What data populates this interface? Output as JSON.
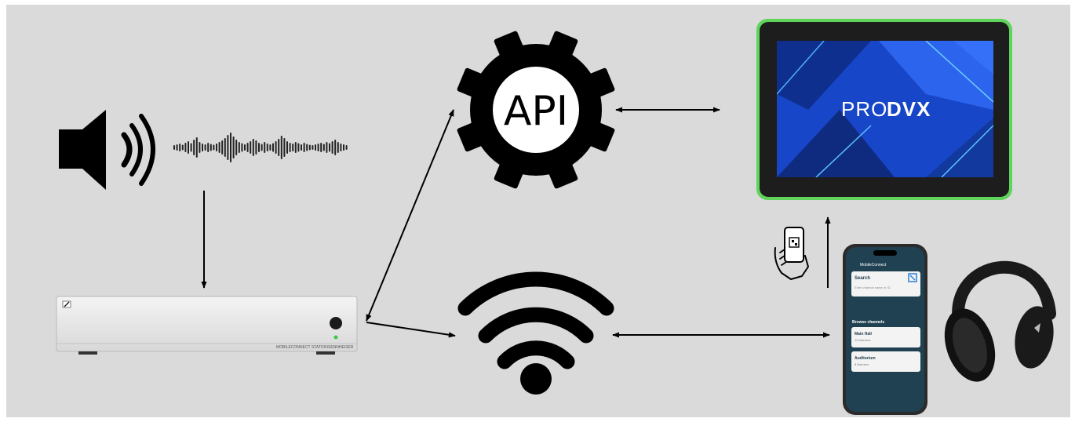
{
  "background_color": "#dadada",
  "api_node": {
    "label": "API",
    "icon": "gear-icon"
  },
  "display": {
    "brand_prefix": "PRO",
    "brand_suffix": "DVX",
    "frame_color": "#5fd35a",
    "screen_color": "#1846c8"
  },
  "audio_source": {
    "icon": "speaker-icon",
    "wave_icon": "waveform-icon"
  },
  "receiver": {
    "model_text": "MOBILECONNECT STATION",
    "brand_text": "SENNHEISER"
  },
  "wifi": {
    "icon": "wifi-icon"
  },
  "qr_scan": {
    "icon": "hand-phone-qr-icon"
  },
  "phone_app": {
    "app_title": "MobileConnect",
    "search_heading": "Search",
    "search_placeholder": "Enter channel name or ID",
    "browse_heading": "Browse channels",
    "channels": [
      {
        "name": "Main Hall",
        "sub": "12 listeners"
      },
      {
        "name": "Auditorium",
        "sub": "8 listeners"
      }
    ]
  },
  "headphones": {
    "icon": "headphones-icon"
  }
}
